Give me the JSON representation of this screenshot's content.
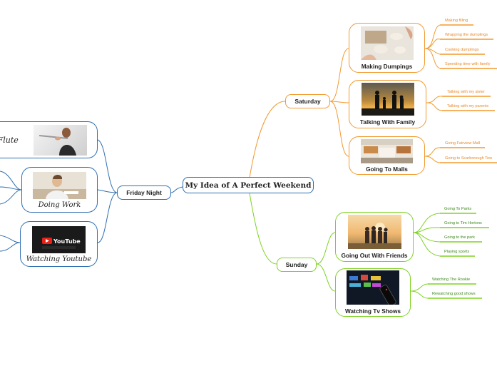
{
  "central": {
    "title": "My Idea of A Perfect Weekend"
  },
  "branches": {
    "friday": {
      "label": "Friday Night",
      "color": "#2e6fb0"
    },
    "saturday": {
      "label": "Saturday",
      "color": "#f29a2e"
    },
    "sunday": {
      "label": "Sunday",
      "color": "#7ed321"
    }
  },
  "friday_topics": [
    {
      "label": "ng Flute",
      "icon": "flute-player-photo"
    },
    {
      "label": "Doing Work",
      "icon": "kid-doing-homework-photo"
    },
    {
      "label": "Watching Youtube",
      "icon": "youtube-logo-photo"
    }
  ],
  "saturday_topics": [
    {
      "label": "Making Dumpings",
      "icon": "dumplings-photo",
      "leaves": [
        "Making filling",
        "Wrapping the dumplings",
        "Cooking dumplings",
        "Spending time with family"
      ]
    },
    {
      "label": "Talking With Family",
      "icon": "family-silhouette-photo",
      "leaves": [
        "Talking with my sister",
        "Talking with my parents"
      ]
    },
    {
      "label": "Going To Malls",
      "icon": "mall-interior-photo",
      "leaves": [
        "Going Fairview Mall",
        "Going to Scarborough Tow"
      ]
    }
  ],
  "sunday_topics": [
    {
      "label": "Going Out With Friends",
      "icon": "friends-sunset-photo",
      "leaves": [
        "Going To Parks",
        "Going to Tim Hortons",
        "Going to the park",
        "Playing sports"
      ]
    },
    {
      "label": "Watching Tv Shows",
      "icon": "tv-remote-photo",
      "leaves": [
        "Watching The Rookie",
        "Rewatching good shows"
      ]
    }
  ]
}
